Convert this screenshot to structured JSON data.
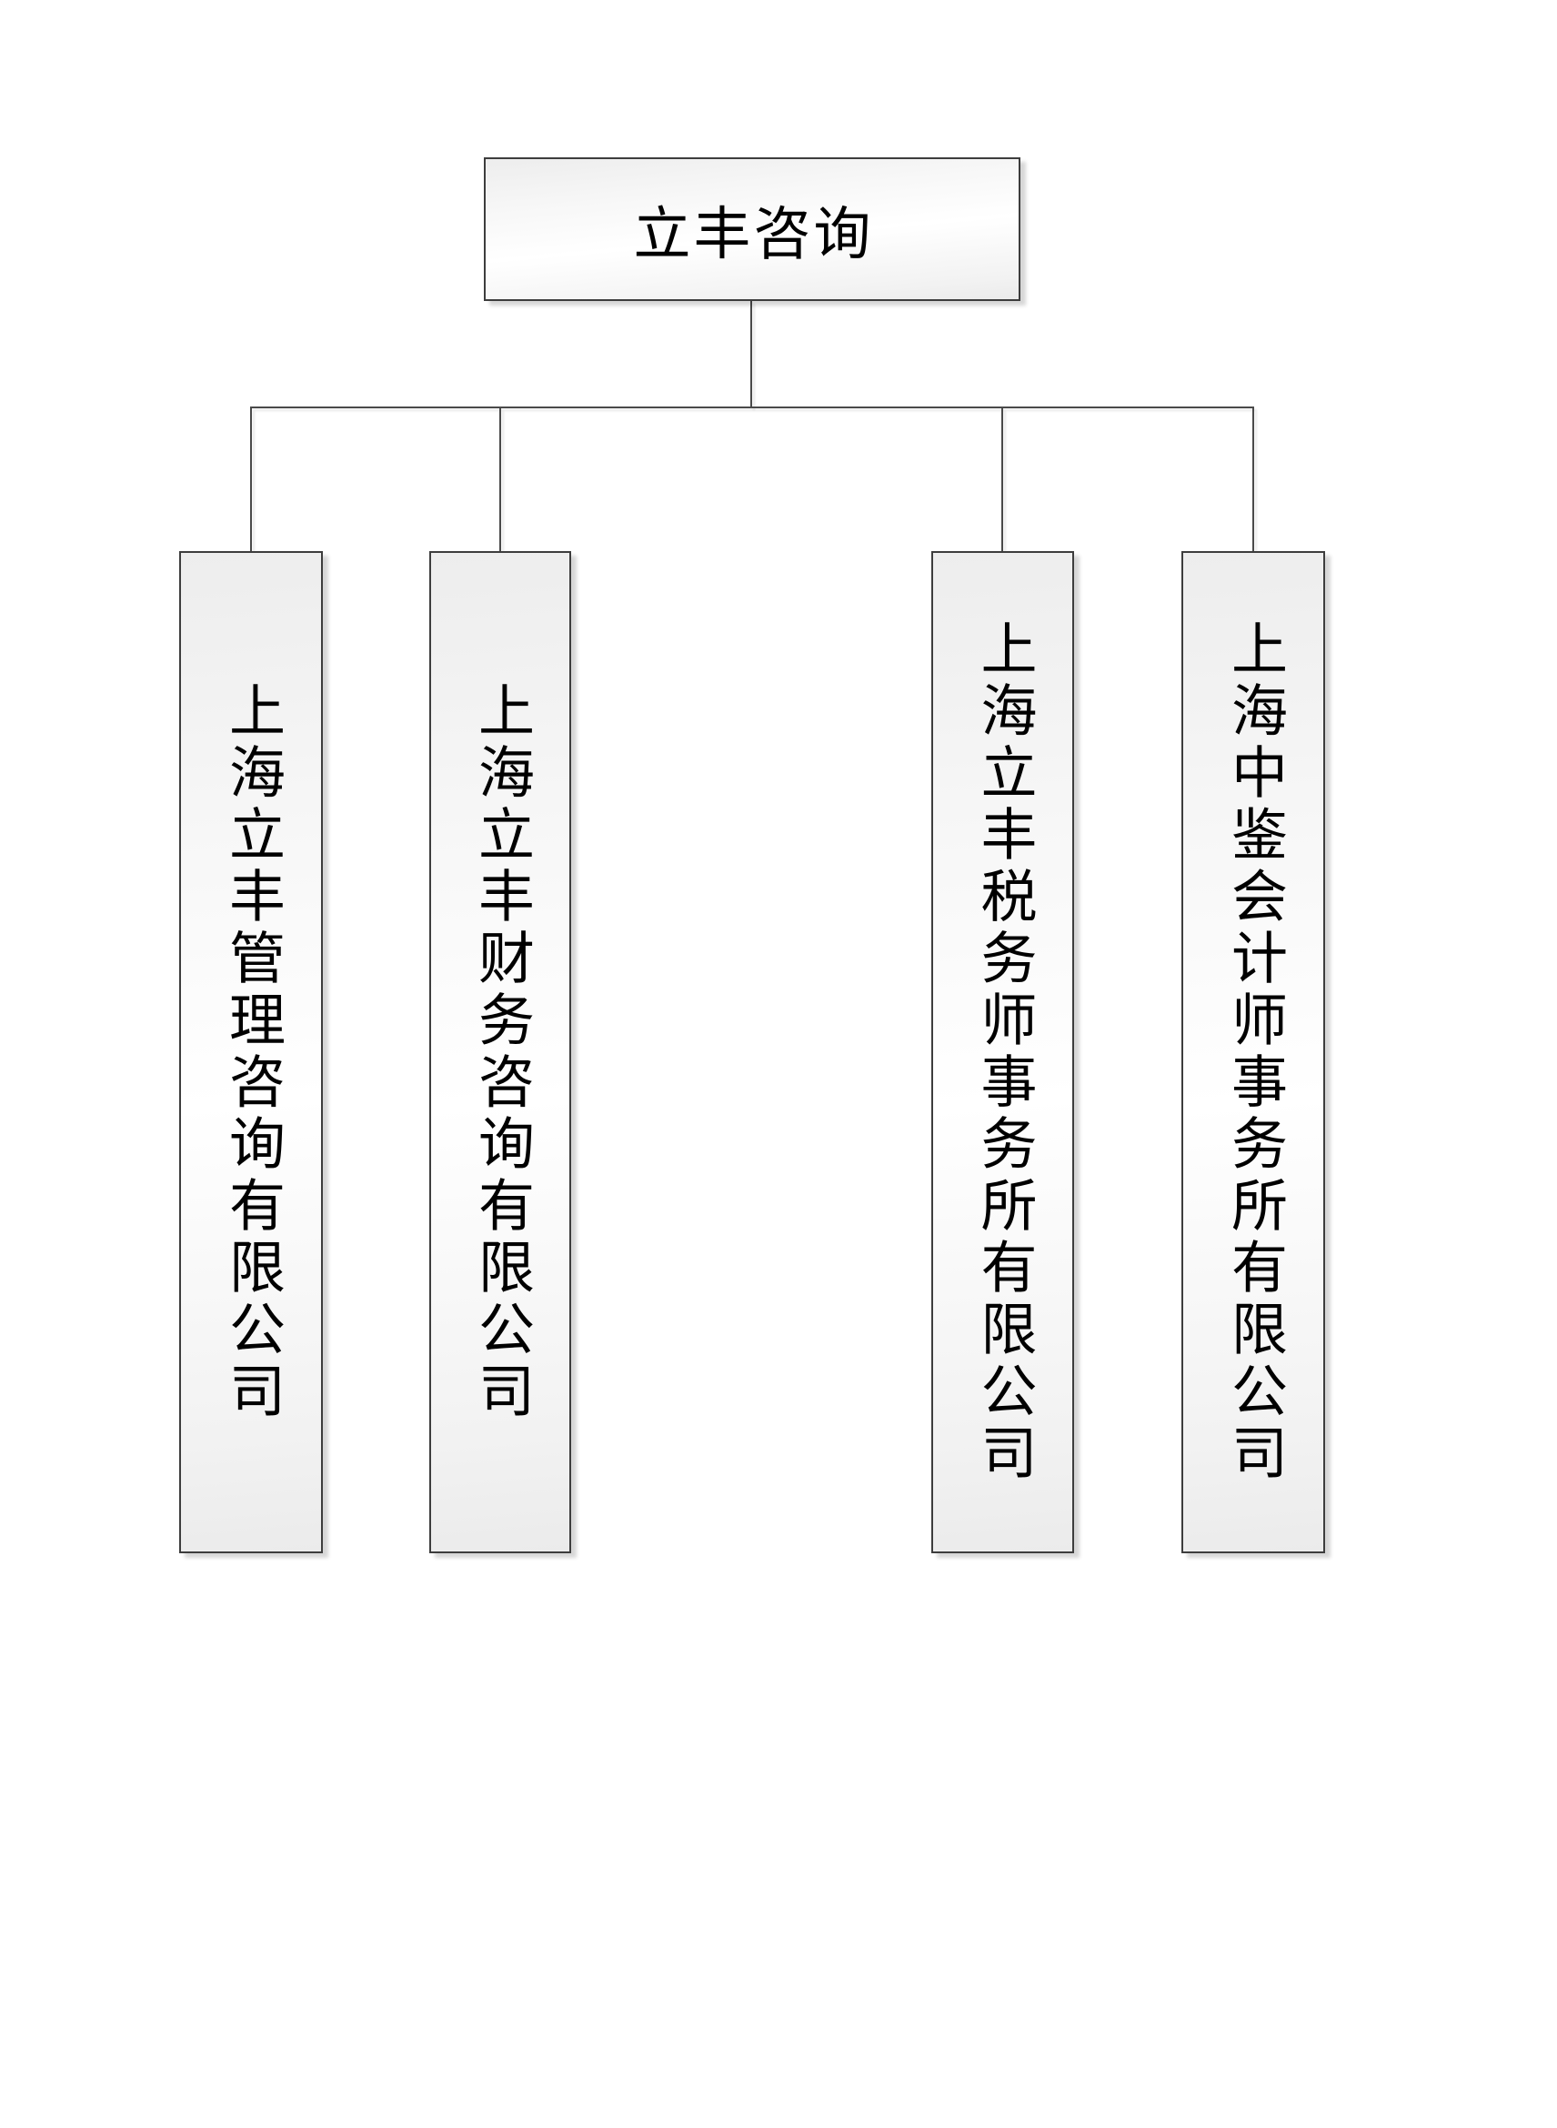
{
  "diagram": {
    "type": "org-chart",
    "root": {
      "label": "立丰咨询"
    },
    "children": [
      {
        "label": "上海立丰管理咨询有限公司"
      },
      {
        "label": "上海立丰财务咨询有限公司"
      },
      {
        "label": "上海立丰税务师事务所有限公司"
      },
      {
        "label": "上海中鉴会计师事务所有限公司"
      }
    ],
    "colors": {
      "page_background": "#ffffff",
      "node_border": "#3d3d3d",
      "node_fill_top": "#ededed",
      "node_fill_middle": "#ffffff",
      "node_fill_bottom": "#ebebeb",
      "connector": "#4a4a4a",
      "text": "#000000"
    },
    "layout": {
      "child_text_direction": "vertical",
      "connector_style": "orthogonal"
    }
  }
}
